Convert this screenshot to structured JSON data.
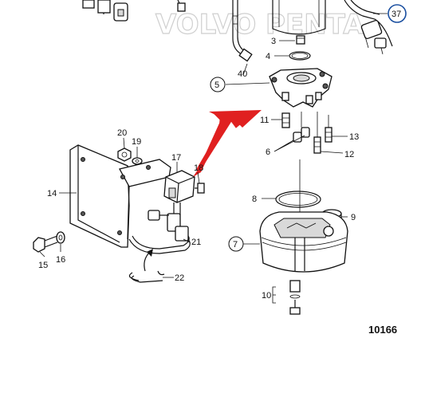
{
  "watermark": "VOLVO PENTA",
  "drawing_number": "10166",
  "callouts": {
    "c37": "37",
    "c3": "3",
    "c4": "4",
    "c40": "40",
    "c5": "5",
    "c11": "11",
    "c13": "13",
    "c6": "6",
    "c12": "12",
    "c20": "20",
    "c19": "19",
    "c17": "17",
    "c18": "18",
    "c14": "14",
    "c8": "8",
    "c9": "9",
    "c7": "7",
    "c21": "21",
    "c15": "15",
    "c16": "16",
    "c22": "22",
    "c10": "10"
  },
  "colors": {
    "arrow": "#e02020",
    "circle_37": "#1a4fa0",
    "ink": "#111111"
  }
}
